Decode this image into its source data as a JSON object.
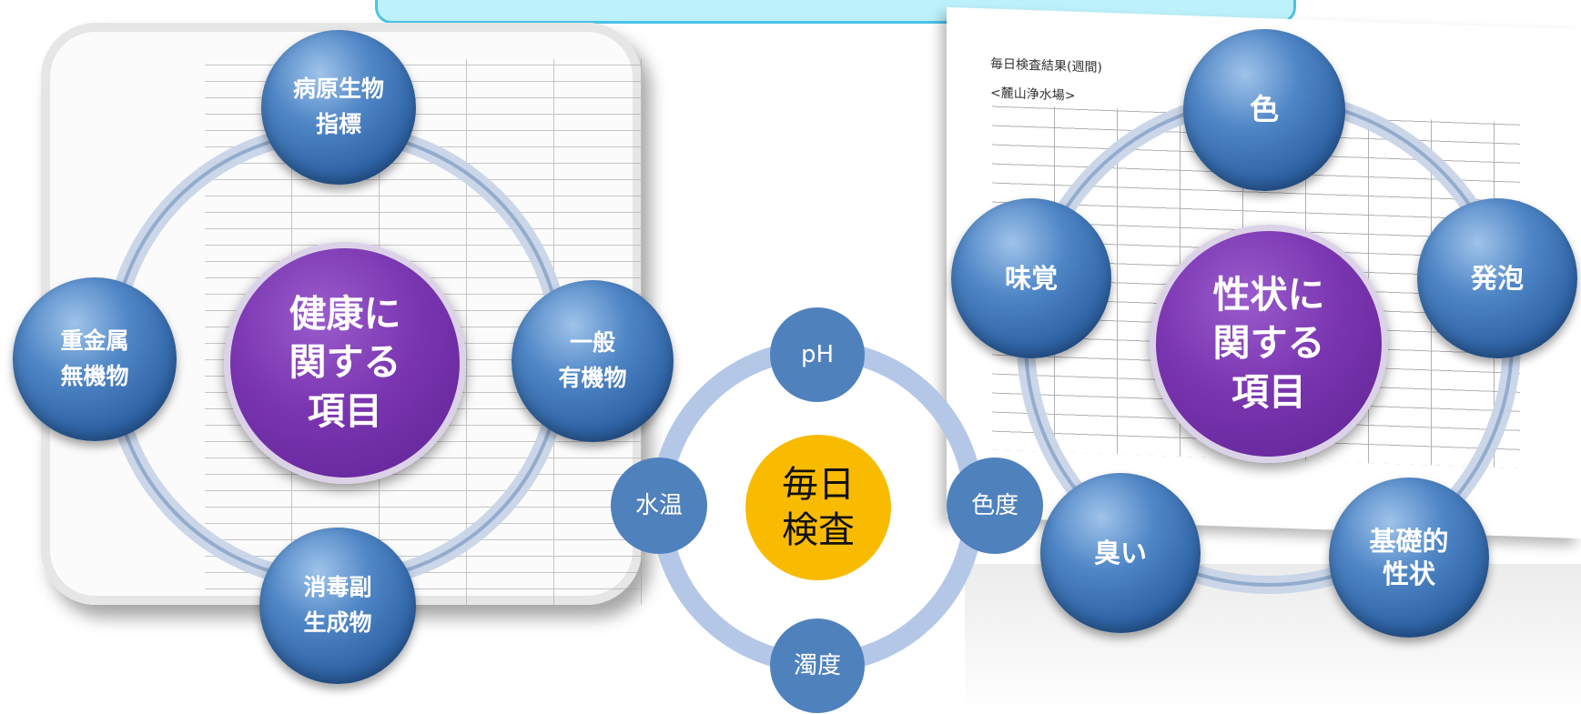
{
  "colors": {
    "accent_blue": "#4f81bd",
    "purple": "#7030a0",
    "gold": "#ffc000",
    "ring": "#b4c7e7"
  },
  "left_diagram": {
    "center": "健康に\n関する\n項目",
    "items": [
      "病原生物\n指標",
      "一般\n有機物",
      "消毒副\n生成物",
      "重金属\n無機物"
    ]
  },
  "middle_diagram": {
    "center": "毎日\n検査",
    "items": [
      "pH",
      "色度",
      "濁度",
      "水温"
    ]
  },
  "right_diagram": {
    "center": "性状に\n関する\n項目",
    "items": [
      "色",
      "発泡",
      "基礎的\n性状",
      "臭い",
      "味覚"
    ]
  },
  "right_doc": {
    "title": "毎日検査結果(週間)",
    "subtitle": "<麓山浄水場>"
  }
}
